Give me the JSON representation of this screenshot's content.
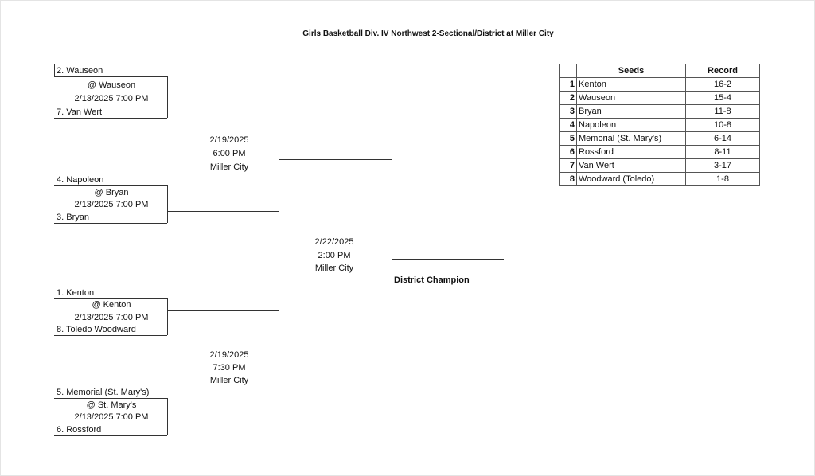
{
  "title": "Girls Basketball Div. IV Northwest 2-Sectional/District at Miller City",
  "round1": [
    {
      "top": "2. Wauseon",
      "site": "@ Wauseon",
      "time": "2/13/2025  7:00 PM",
      "bottom": "7. Van Wert"
    },
    {
      "top": "4. Napoleon",
      "site": "@ Bryan",
      "time": "2/13/2025  7:00 PM",
      "bottom": "3. Bryan"
    },
    {
      "top": "1. Kenton",
      "site": "@ Kenton",
      "time": "2/13/2025  7:00 PM",
      "bottom": "8. Toledo Woodward"
    },
    {
      "top": "5. Memorial (St. Mary's)",
      "site": "@ St. Mary's",
      "time": "2/13/2025  7:00 PM",
      "bottom": "6. Rossford"
    }
  ],
  "round2": [
    {
      "date": "2/19/2025",
      "time": "6:00 PM",
      "site": "Miller City"
    },
    {
      "date": "2/19/2025",
      "time": "7:30 PM",
      "site": "Miller City"
    }
  ],
  "final": {
    "date": "2/22/2025",
    "time": "2:00 PM",
    "site": "Miller City",
    "label": "District Champion"
  },
  "seeds_table": {
    "headers": [
      "Seeds",
      "Record"
    ],
    "rows": [
      {
        "n": "1",
        "team": "Kenton",
        "record": "16-2"
      },
      {
        "n": "2",
        "team": "Wauseon",
        "record": "15-4"
      },
      {
        "n": "3",
        "team": "Bryan",
        "record": "11-8"
      },
      {
        "n": "4",
        "team": "Napoleon",
        "record": "10-8"
      },
      {
        "n": "5",
        "team": "Memorial (St. Mary's)",
        "record": "6-14"
      },
      {
        "n": "6",
        "team": "Rossford",
        "record": "8-11"
      },
      {
        "n": "7",
        "team": "Van Wert",
        "record": "3-17"
      },
      {
        "n": "8",
        "team": "Woodward (Toledo)",
        "record": "1-8"
      }
    ]
  }
}
